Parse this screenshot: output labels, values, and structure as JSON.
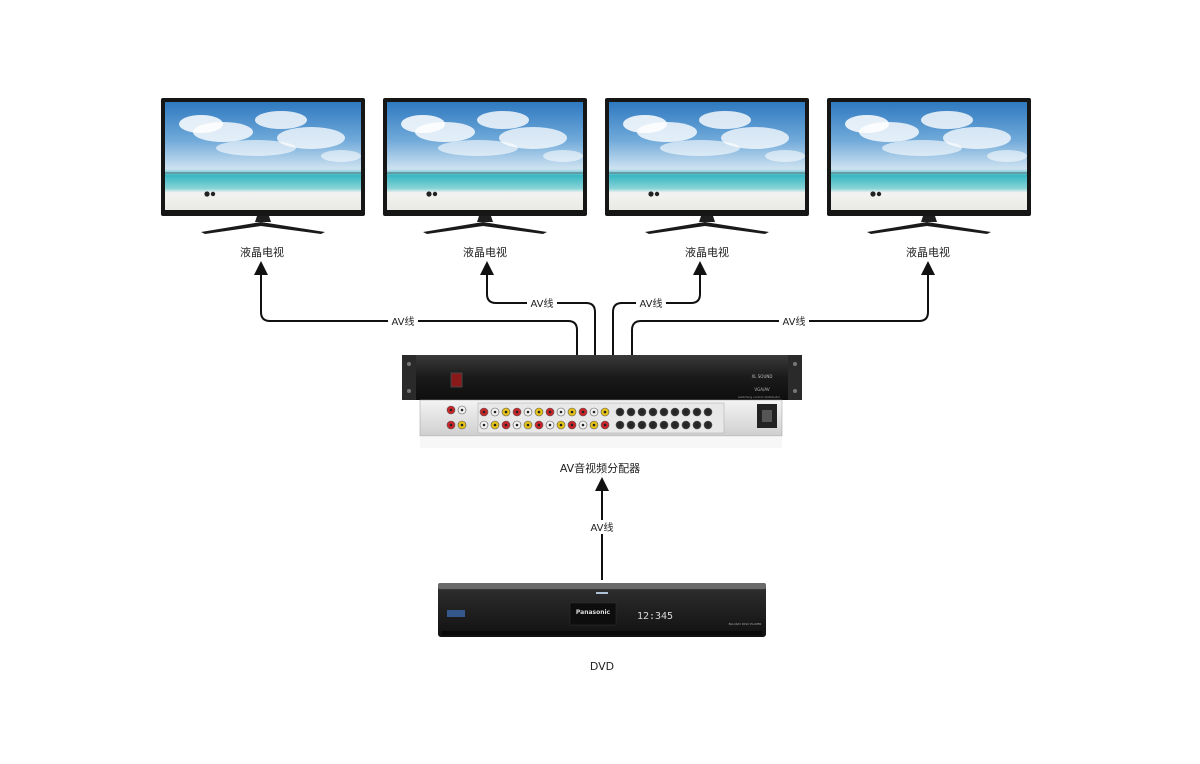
{
  "tv_label": "液晶电视",
  "splitter": {
    "label": "AV音视频分配器",
    "brand": "XL SOUND",
    "model": "VGA/AV",
    "subtitle": "switching control distributor"
  },
  "dvd": {
    "label": "DVD",
    "brand": "Panasonic",
    "display": "12:345",
    "model_text": "BLU-RAY DISC PLAYER"
  },
  "connections": {
    "tv1": "AV线",
    "tv2": "AV线",
    "tv3": "AV线",
    "tv4": "AV线",
    "dvd_to_splitter": "AV线"
  },
  "colors": {
    "device_body": "#1c1c1c",
    "sky_top": "#3f83c4",
    "sea": "#35b9c4",
    "sand": "#f1f1ef",
    "rca_red": "#c8262a",
    "rca_white": "#f2f2f2",
    "rca_yellow": "#e4c21a"
  }
}
